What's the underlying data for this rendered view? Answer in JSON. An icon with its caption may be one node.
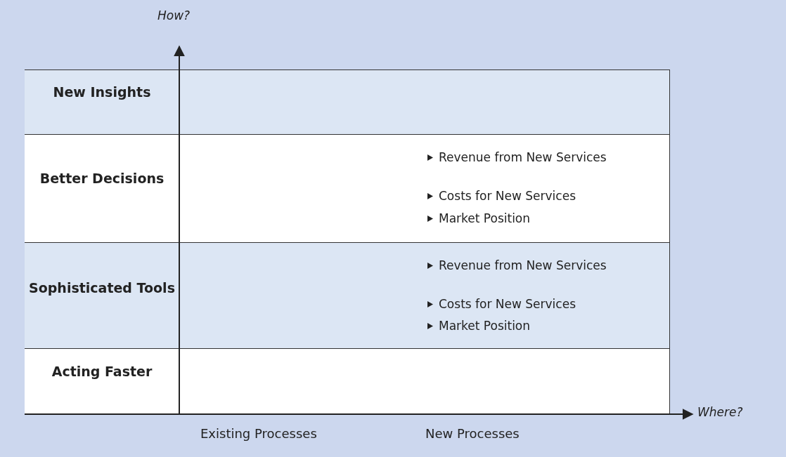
{
  "diagram": {
    "labels": [
      "How?",
      "New Insights",
      "Better Decisions",
      "Revenue from New Services",
      "Costs for New Services",
      "Market Position",
      "Sophisticated Tools",
      "Revenue from New Services",
      "Costs for New Services",
      "Market Position",
      "Acting Faster",
      "Where?",
      "Existing Processes",
      "New Processes"
    ]
  }
}
